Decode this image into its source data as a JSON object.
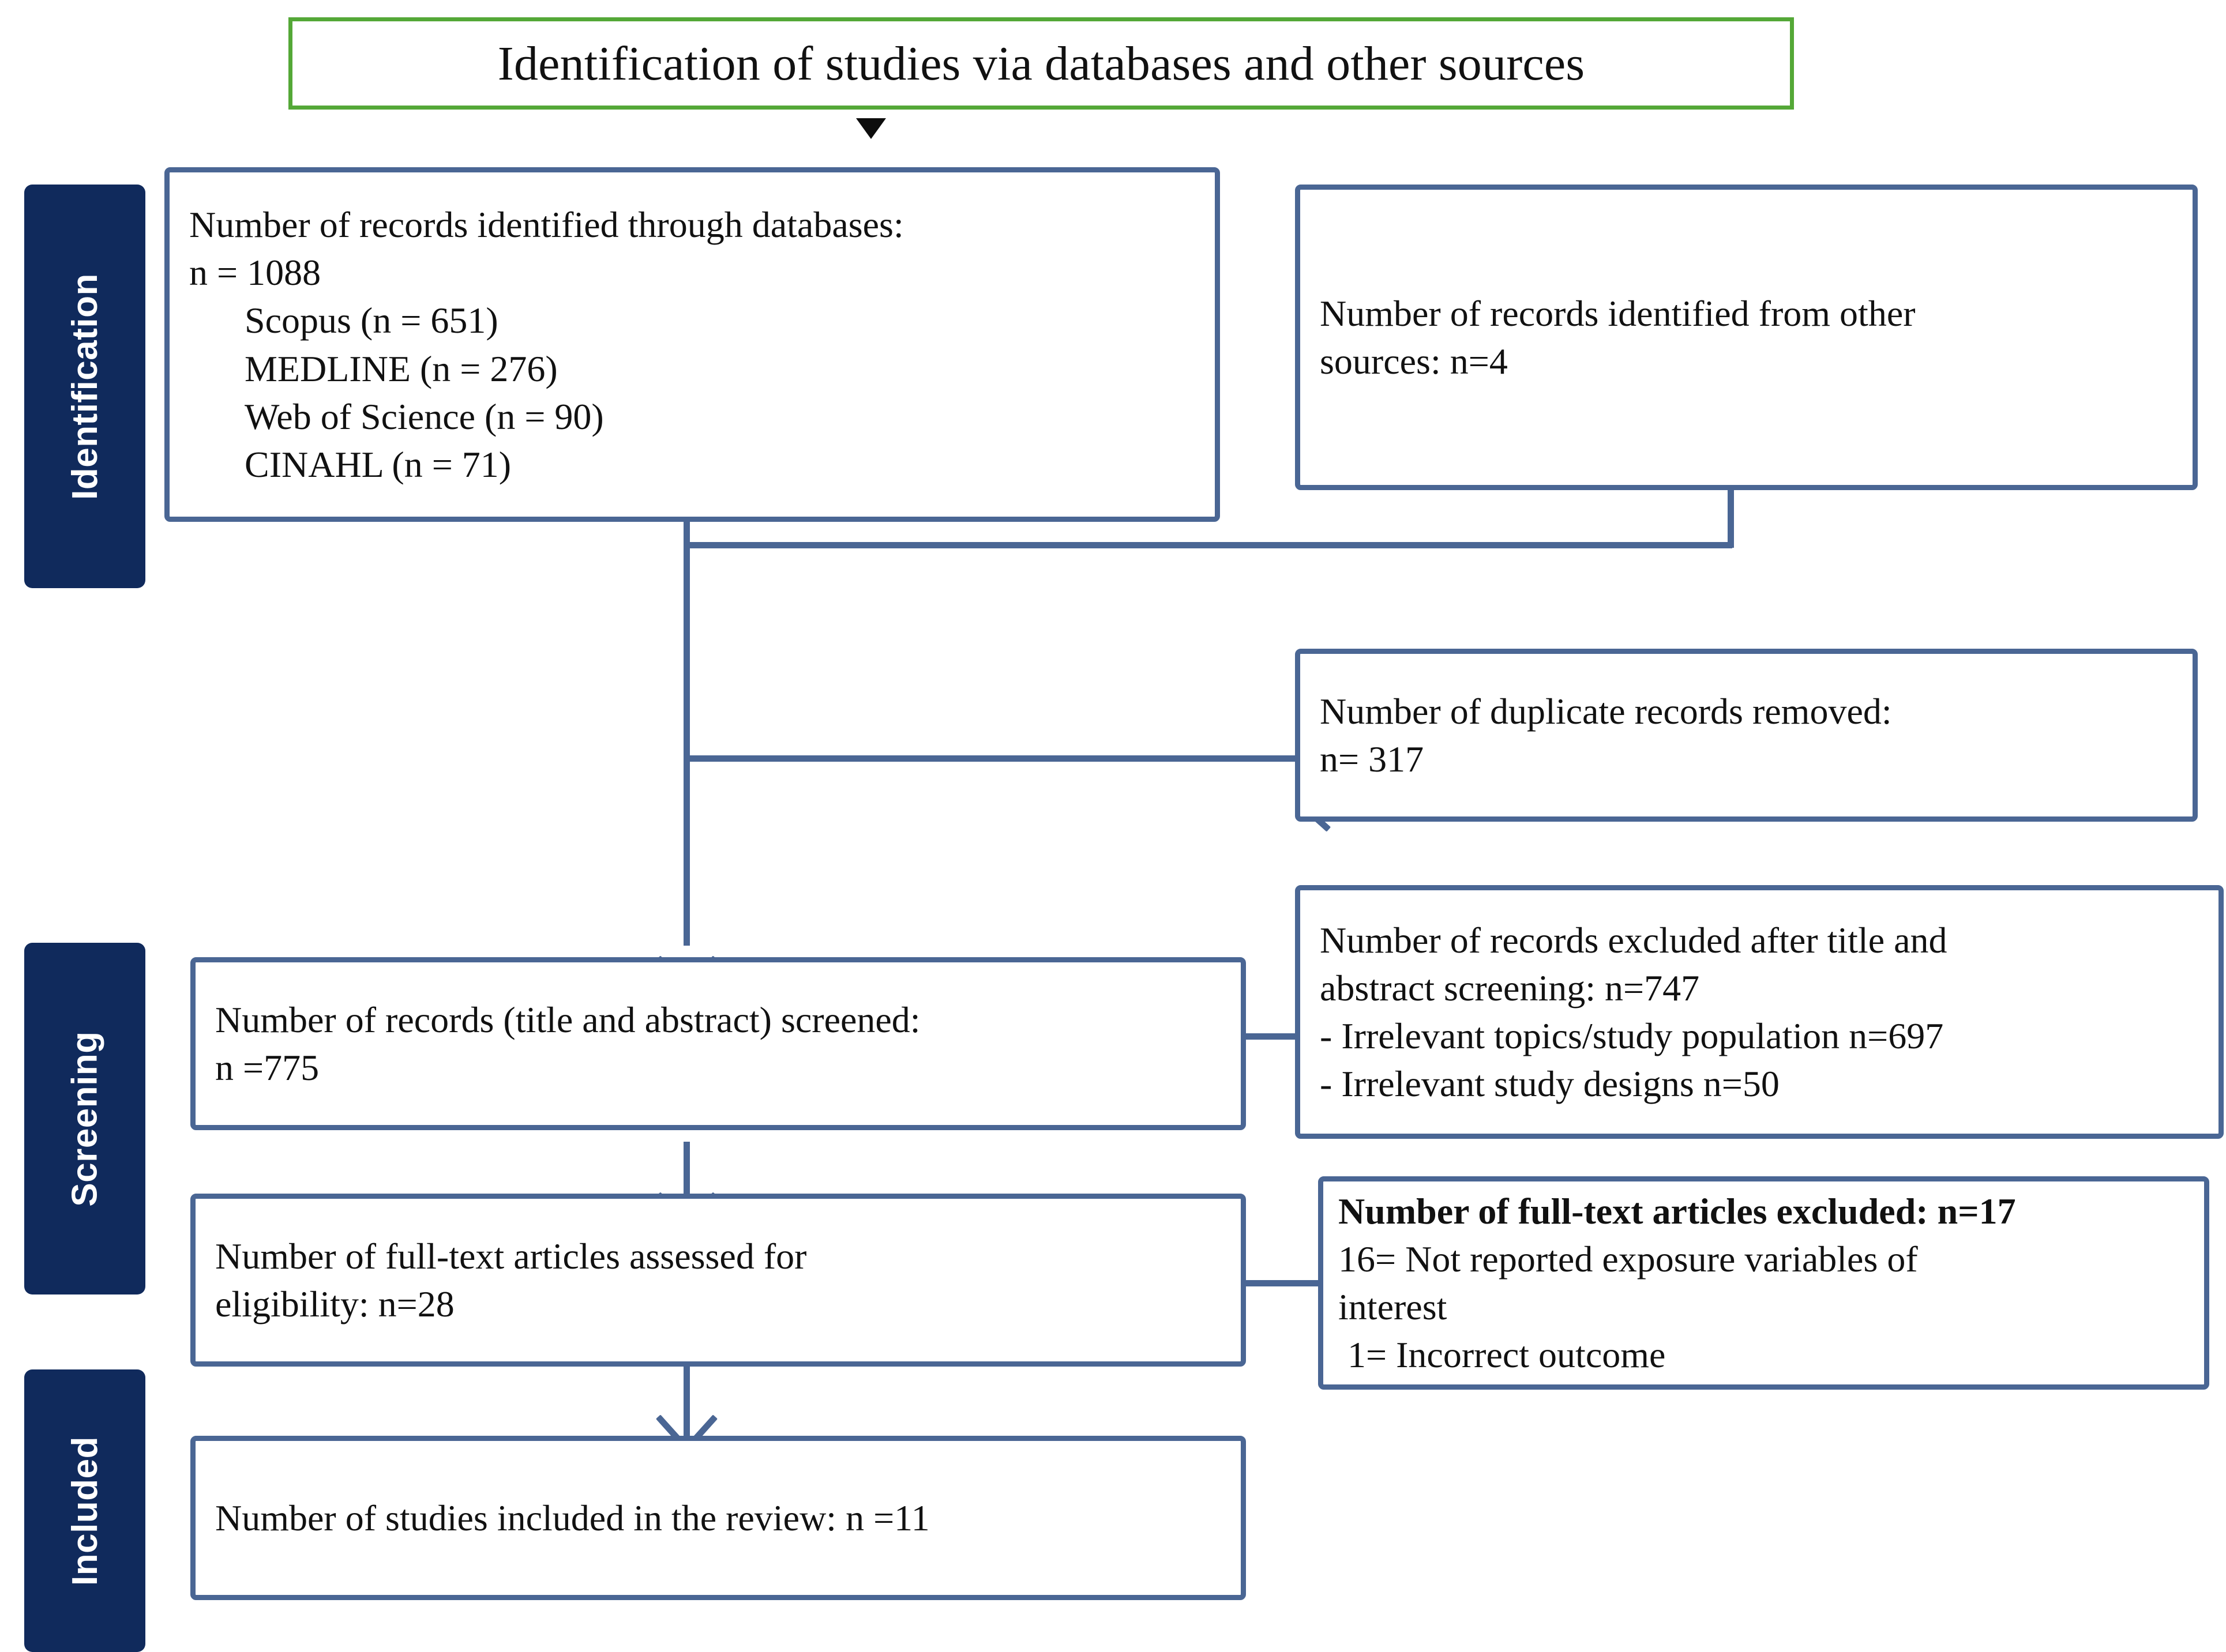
{
  "diagram": {
    "title": "Identification of studies via databases and other sources",
    "colors": {
      "header_border": "#54a837",
      "box_border": "#4a6694",
      "stage_bar": "#102a5c",
      "connector": "#4a6694",
      "text": "#111111",
      "background": "#ffffff"
    }
  },
  "stages": [
    {
      "label": "Identification"
    },
    {
      "label": "Screening"
    },
    {
      "label": "Included"
    }
  ],
  "boxes": {
    "databases": {
      "lines": [
        {
          "text": "Number of records identified through databases:",
          "indent": false,
          "bold": false
        },
        {
          "text": "n = 1088",
          "indent": false,
          "bold": false
        },
        {
          "text": "Scopus (n = 651)",
          "indent": true,
          "bold": false
        },
        {
          "text": "MEDLINE (n = 276)",
          "indent": true,
          "bold": false
        },
        {
          "text": "Web of Science (n = 90)",
          "indent": true,
          "bold": false
        },
        {
          "text": "CINAHL (n = 71)",
          "indent": true,
          "bold": false
        }
      ]
    },
    "other_sources": {
      "lines": [
        {
          "text": "Number of records identified from other",
          "indent": false,
          "bold": false
        },
        {
          "text": "sources: n=4",
          "indent": false,
          "bold": false
        }
      ]
    },
    "duplicates": {
      "lines": [
        {
          "text": "Number of duplicate records removed:",
          "indent": false,
          "bold": false
        },
        {
          "text": "n= 317",
          "indent": false,
          "bold": false
        }
      ]
    },
    "screened": {
      "lines": [
        {
          "text": "Number of records (title and abstract) screened:",
          "indent": false,
          "bold": false
        },
        {
          "text": "n =775",
          "indent": false,
          "bold": false
        }
      ]
    },
    "excluded_screening": {
      "lines": [
        {
          "text": "Number of records excluded after title and",
          "indent": false,
          "bold": false
        },
        {
          "text": "abstract screening: n=747",
          "indent": false,
          "bold": false
        },
        {
          "text": "- Irrelevant topics/study population n=697",
          "indent": false,
          "bold": false
        },
        {
          "text": "- Irrelevant study designs n=50",
          "indent": false,
          "bold": false
        }
      ]
    },
    "eligibility": {
      "lines": [
        {
          "text": "Number of full-text articles assessed for",
          "indent": false,
          "bold": false
        },
        {
          "text": "eligibility: n=28",
          "indent": false,
          "bold": false
        }
      ]
    },
    "excluded_fulltext": {
      "lines": [
        {
          "text": "Number of full-text articles excluded: n=17",
          "indent": false,
          "bold": true
        },
        {
          "text": "16= Not reported exposure variables of",
          "indent": false,
          "bold": false
        },
        {
          "text": "interest",
          "indent": false,
          "bold": false
        },
        {
          "text": " 1= Incorrect outcome",
          "indent": false,
          "bold": false
        }
      ]
    },
    "included": {
      "lines": [
        {
          "text": "Number of studies included in the review: n =11",
          "indent": false,
          "bold": false
        }
      ]
    }
  },
  "chart_data": {
    "type": "diagram",
    "title": "Identification of studies via databases and other sources",
    "nodes": [
      {
        "id": "databases",
        "stage": "Identification",
        "label": "Number of records identified through databases: n = 1088",
        "n": 1088,
        "breakdown": [
          {
            "source": "Scopus",
            "n": 651
          },
          {
            "source": "MEDLINE",
            "n": 276
          },
          {
            "source": "Web of Science",
            "n": 90
          },
          {
            "source": "CINAHL",
            "n": 71
          }
        ]
      },
      {
        "id": "other_sources",
        "stage": "Identification",
        "label": "Number of records identified from other sources: n=4",
        "n": 4
      },
      {
        "id": "duplicates",
        "stage": "Identification",
        "label": "Number of duplicate records removed: n= 317",
        "n": 317
      },
      {
        "id": "screened",
        "stage": "Screening",
        "label": "Number of records (title and abstract) screened: n =775",
        "n": 775
      },
      {
        "id": "excluded_screening",
        "stage": "Screening",
        "label": "Number of records excluded after title and abstract screening: n=747",
        "n": 747,
        "breakdown": [
          {
            "reason": "Irrelevant topics/study population",
            "n": 697
          },
          {
            "reason": "Irrelevant study designs",
            "n": 50
          }
        ]
      },
      {
        "id": "eligibility",
        "stage": "Screening",
        "label": "Number of full-text articles assessed for eligibility: n=28",
        "n": 28
      },
      {
        "id": "excluded_fulltext",
        "stage": "Screening",
        "label": "Number of full-text articles excluded: n=17",
        "n": 17,
        "breakdown": [
          {
            "reason": "Not reported exposure variables of interest",
            "n": 16
          },
          {
            "reason": "Incorrect outcome",
            "n": 1
          }
        ]
      },
      {
        "id": "included",
        "stage": "Included",
        "label": "Number of studies included in the review: n =11",
        "n": 11
      }
    ],
    "edges": [
      {
        "from": "databases",
        "to": "screened"
      },
      {
        "from": "other_sources",
        "to": "screened"
      },
      {
        "from": "databases",
        "to": "duplicates"
      },
      {
        "from": "screened",
        "to": "excluded_screening"
      },
      {
        "from": "screened",
        "to": "eligibility"
      },
      {
        "from": "eligibility",
        "to": "excluded_fulltext"
      },
      {
        "from": "eligibility",
        "to": "included"
      }
    ]
  }
}
